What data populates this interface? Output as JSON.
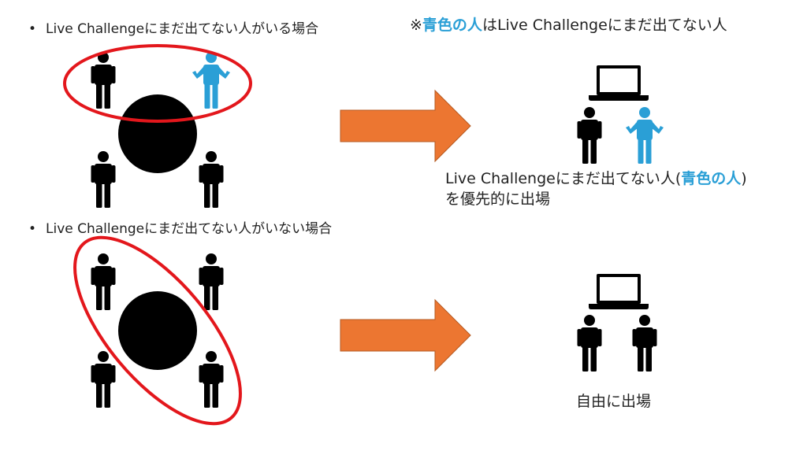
{
  "colors": {
    "highlight_blue": "#2a9fd6",
    "ring_red": "#e3171c",
    "arrow_orange": "#ec7631",
    "person_black": "#000000"
  },
  "note": {
    "prefix": "※",
    "highlight": "青色の人",
    "suffix": "はLive Challengeにまだ出てない人"
  },
  "scenario1": {
    "bullet": "•",
    "heading": "Live Challengeにまだ出てない人がいる場合",
    "result_line1_prefix": "Live Challengeにまだ出てない人(",
    "result_line1_highlight": "青色の人",
    "result_line1_suffix": ")",
    "result_line2": "を優先的に出場"
  },
  "scenario2": {
    "bullet": "•",
    "heading": "Live Challengeにまだ出てない人がいない場合",
    "result": "自由に出場"
  }
}
